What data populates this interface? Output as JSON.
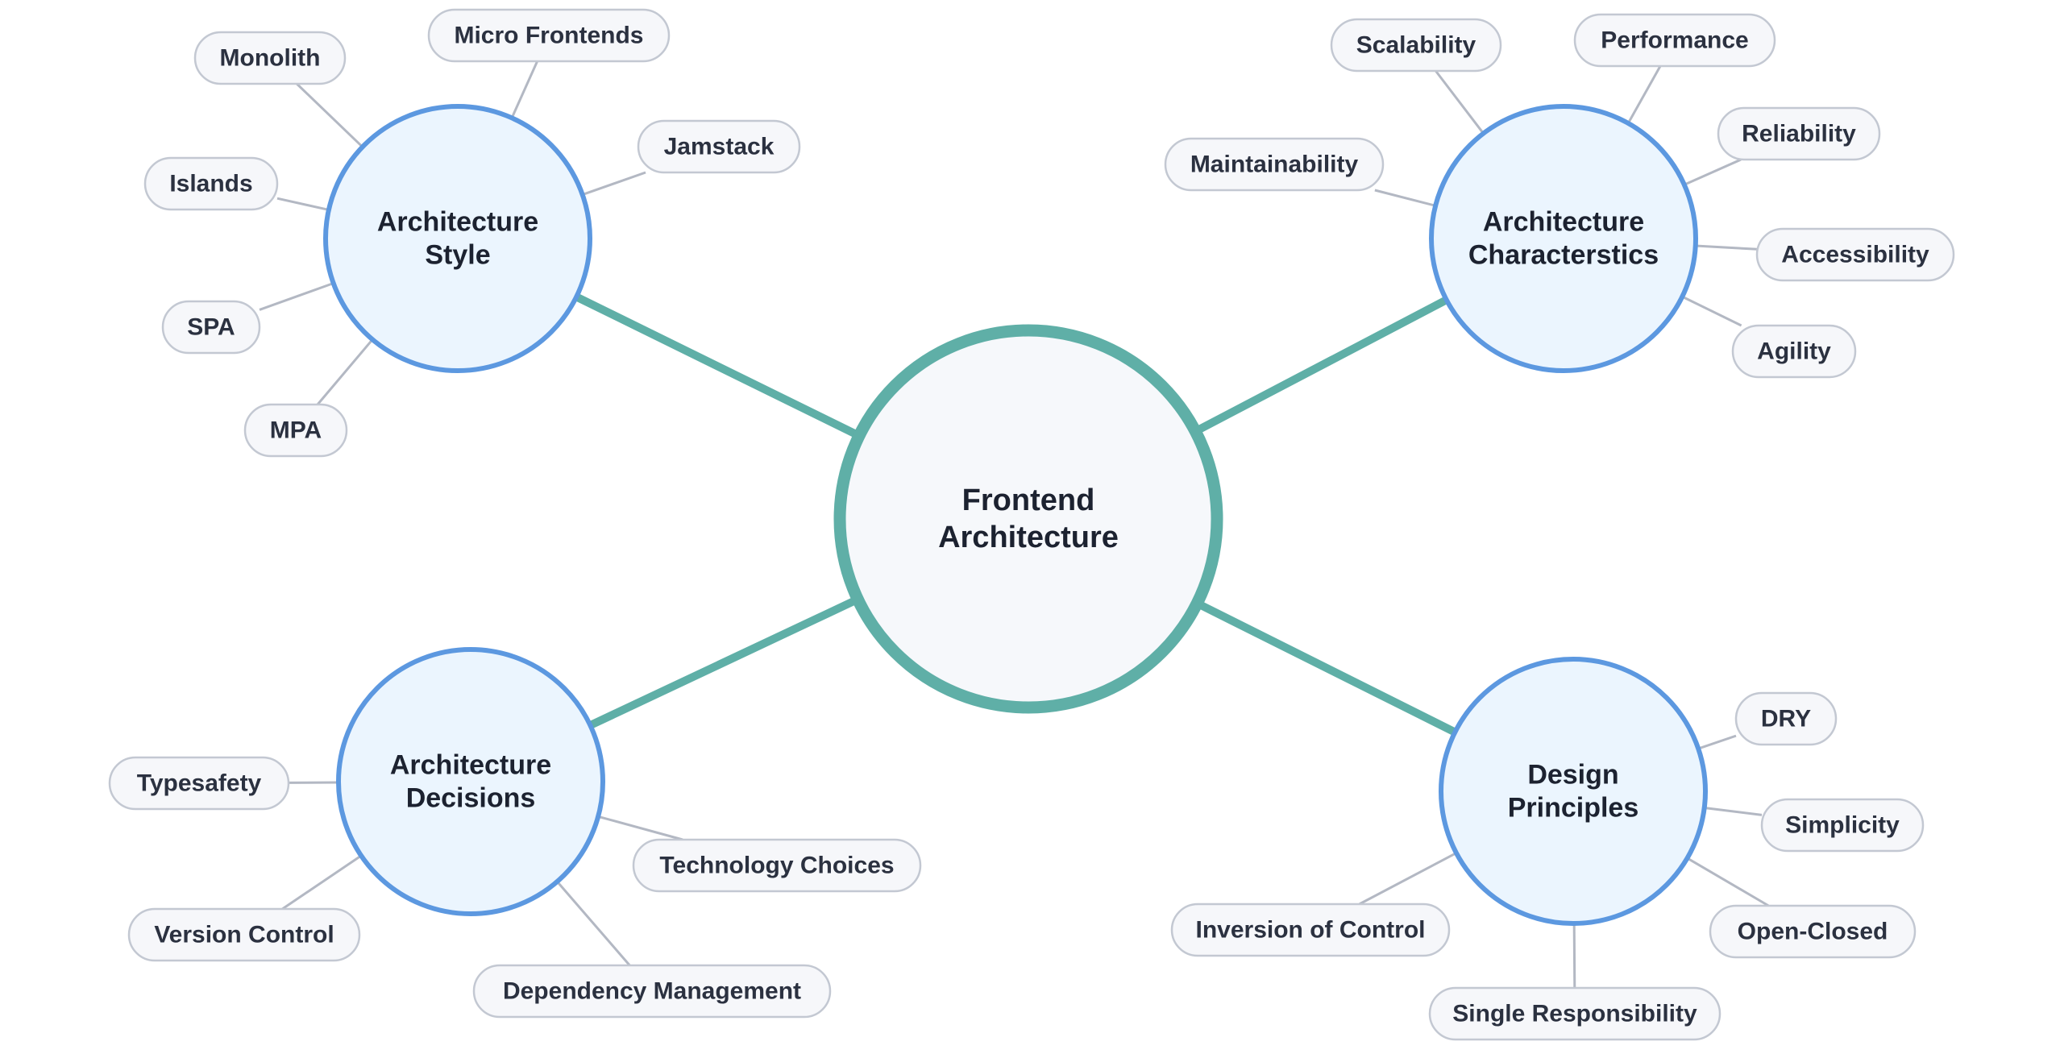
{
  "mindmap": {
    "root": {
      "lines": [
        "Frontend",
        "Architecture"
      ]
    },
    "branches": [
      {
        "id": "architecture-style",
        "lines": [
          "Architecture",
          "Style"
        ],
        "leaves": [
          "Monolith",
          "Micro Frontends",
          "Jamstack",
          "Islands",
          "SPA",
          "MPA"
        ]
      },
      {
        "id": "architecture-characteristics",
        "lines": [
          "Architecture",
          "Characterstics"
        ],
        "leaves": [
          "Scalability",
          "Performance",
          "Reliability",
          "Maintainability",
          "Accessibility",
          "Agility"
        ]
      },
      {
        "id": "architecture-decisions",
        "lines": [
          "Architecture",
          "Decisions"
        ],
        "leaves": [
          "Typesafety",
          "Technology Choices",
          "Version Control",
          "Dependency Management"
        ]
      },
      {
        "id": "design-principles",
        "lines": [
          "Design",
          "Principles"
        ],
        "leaves": [
          "DRY",
          "Simplicity",
          "Open-Closed",
          "Inversion of Control",
          "Single Responsibility"
        ]
      }
    ]
  },
  "colors": {
    "background": "#ffffff",
    "root_border": "#5fafa7",
    "root_fill": "#f6f8fb",
    "trunk_line": "#5fafa7",
    "hub_border": "#5c98e0",
    "hub_fill": "#ebf5fe",
    "pill_border": "#c3c8d2",
    "pill_fill": "#f6f7fa",
    "leaf_line": "#b3b8c3",
    "text": "#1c2230"
  }
}
